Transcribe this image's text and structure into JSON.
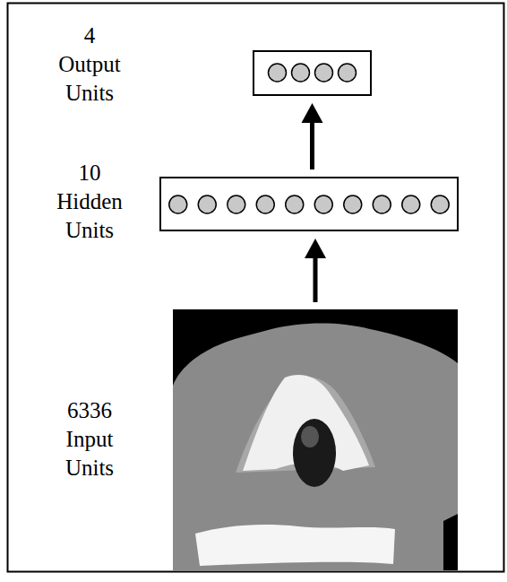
{
  "diagram": {
    "nodes": [
      {
        "text": [
          "4 Output Units"
        ]
      },
      {
        "text": [
          "10 Hidden Units"
        ]
      },
      {
        "text": [
          "6336 Input Units"
        ]
      }
    ],
    "edges": [
      {
        "from": 1,
        "to": 0,
        "arrow": "to"
      },
      {
        "from": 2,
        "to": 1,
        "arrow": "to"
      }
    ]
  }
}
